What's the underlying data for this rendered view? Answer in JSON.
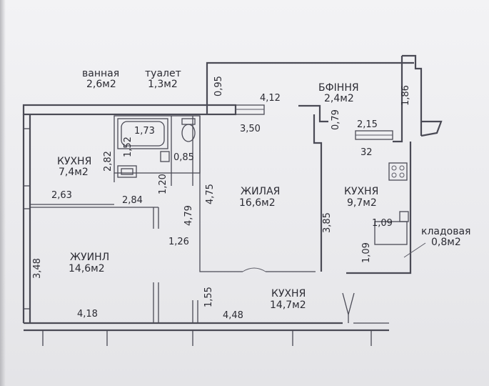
{
  "plan": {
    "rooms": {
      "bathroom": {
        "name": "ванная",
        "area": "2,6м2"
      },
      "toilet": {
        "name": "туалет",
        "area": "1,3м2"
      },
      "pantry": {
        "name": "кладовая",
        "area": "0,8м2"
      },
      "kitchen": {
        "name": "КУХНЯ",
        "area": "9,7м2"
      },
      "balcony": {
        "name": "БФІННЯ",
        "area": "2,4м2"
      },
      "living": {
        "name": "ЖИЛАЯ",
        "area": "16,6м2"
      },
      "kitchen_small": {
        "name": "КУХНЯ",
        "area": "7,4м2"
      },
      "bedroom": {
        "name": "ЖУИНЛ",
        "area": "14,6м2"
      },
      "hall": {
        "name": "КУХНЯ",
        "area": "14,7м2"
      }
    },
    "dimensions": {
      "d_095": "0,95",
      "d_412": "4,12",
      "d_186": "1,86",
      "d_079": "0,79",
      "d_215": "2,15",
      "d_350": "3,50",
      "d_32": "32",
      "d_173": "1,73",
      "d_152": "1,52",
      "d_085": "0,85",
      "d_282": "2,82",
      "d_120": "1,20",
      "d_263": "2,63",
      "d_284": "2,84",
      "d_479": "4,79",
      "d_475": "4,75",
      "d_385": "3,85",
      "d_109a": "1,09",
      "d_109b": "1,09",
      "d_126": "1,26",
      "d_348": "3,48",
      "d_155": "1,55",
      "d_418": "4,18",
      "d_448": "4,48"
    }
  }
}
